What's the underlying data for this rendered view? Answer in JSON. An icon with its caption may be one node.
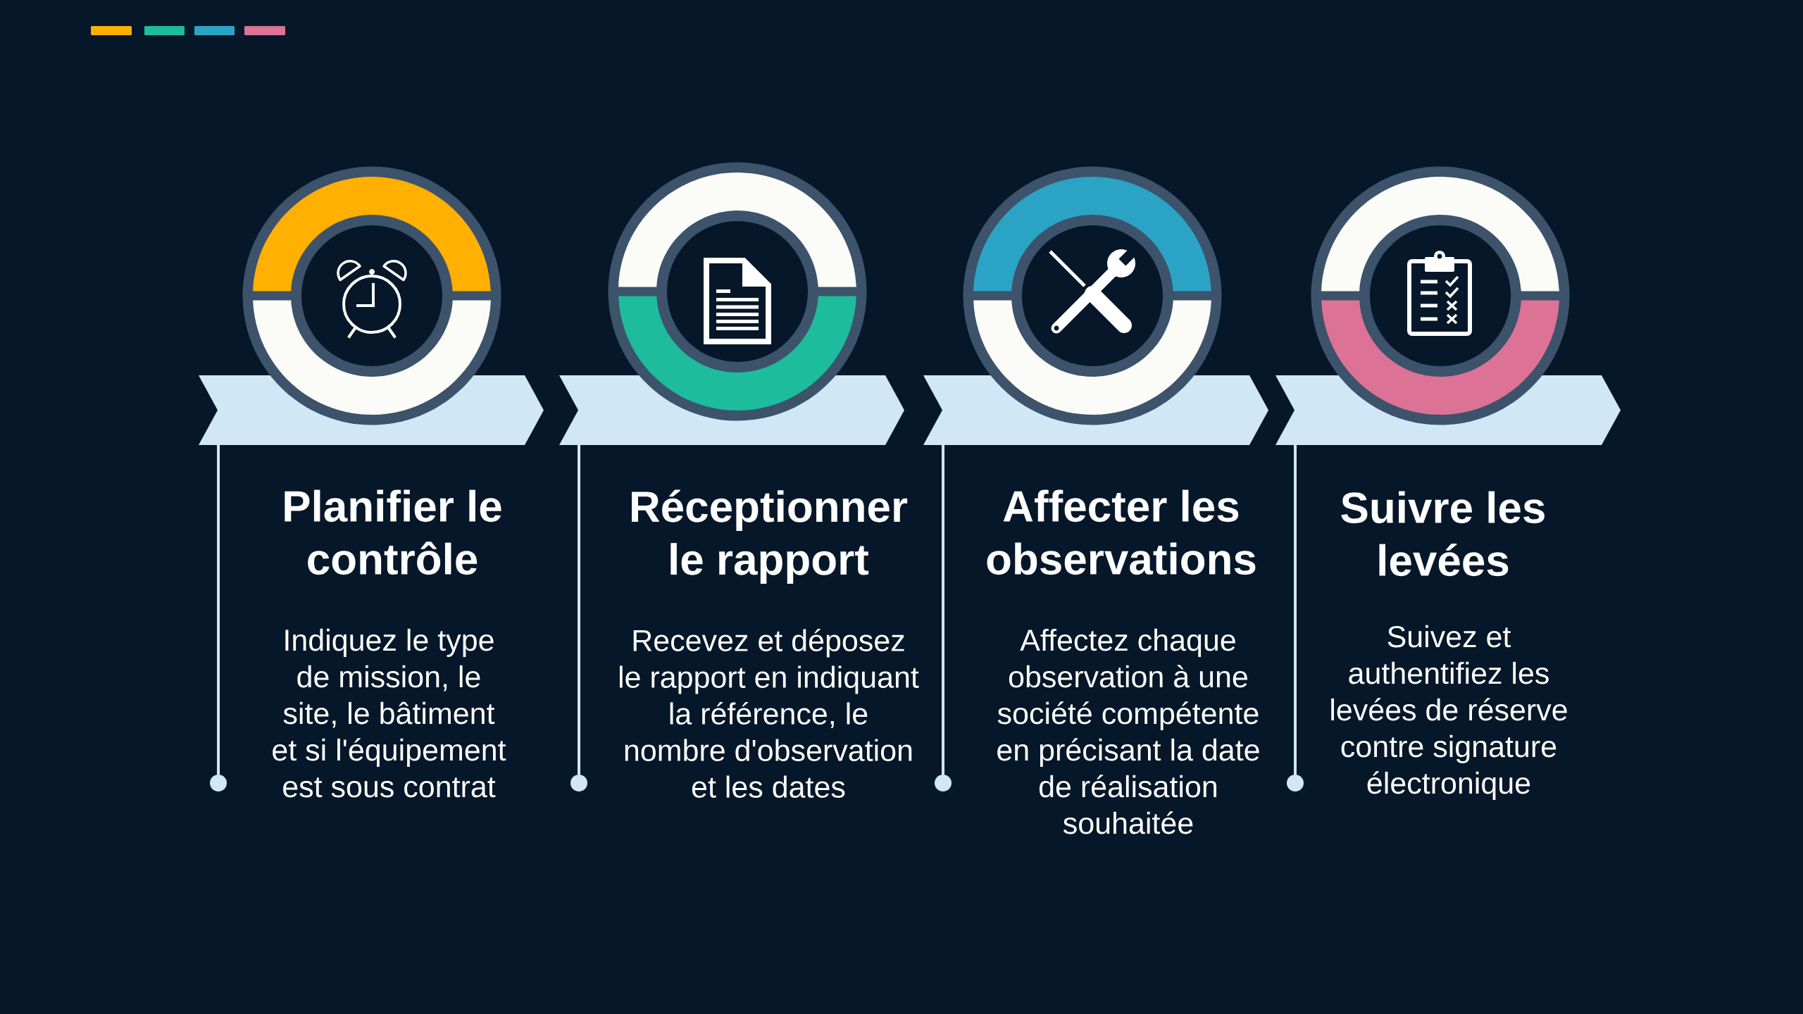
{
  "diagram": {
    "nodes": [
      {
        "text": [],
        "shape": "chevron"
      },
      {
        "text": [
          "Planifier le contrôle",
          "Indiquez le type de mission, le site, le bâtiment et si l'équipement est sous contrat"
        ]
      },
      {
        "text": [],
        "shape": "circle"
      },
      {
        "text": [],
        "shape": "chevron"
      },
      {
        "text": [
          "Réceptionner le rapport",
          "Recevez et déposez le rapport en indiquant la référence, le nombre d'observation et les dates"
        ]
      },
      {
        "text": [],
        "shape": "circle"
      },
      {
        "text": [],
        "shape": "chevron"
      },
      {
        "text": [
          "Affecter les observations",
          "Affectez chaque observation à une société compétente en précisant la date de réalisation souhaitée"
        ]
      },
      {
        "text": [],
        "shape": "circle"
      },
      {
        "text": [],
        "shape": "chevron"
      },
      {
        "text": [
          "Suivre les levées",
          "Suivez et authentifiez les levées de réserve contre signature électronique"
        ]
      },
      {
        "text": [],
        "shape": "circle"
      }
    ],
    "edges": [
      {
        "from": 0,
        "to": 2,
        "arrow": "none"
      },
      {
        "from": 3,
        "to": 5,
        "arrow": "none"
      },
      {
        "from": 6,
        "to": 8,
        "arrow": "none"
      },
      {
        "from": 9,
        "to": 11,
        "arrow": "none"
      }
    ]
  }
}
